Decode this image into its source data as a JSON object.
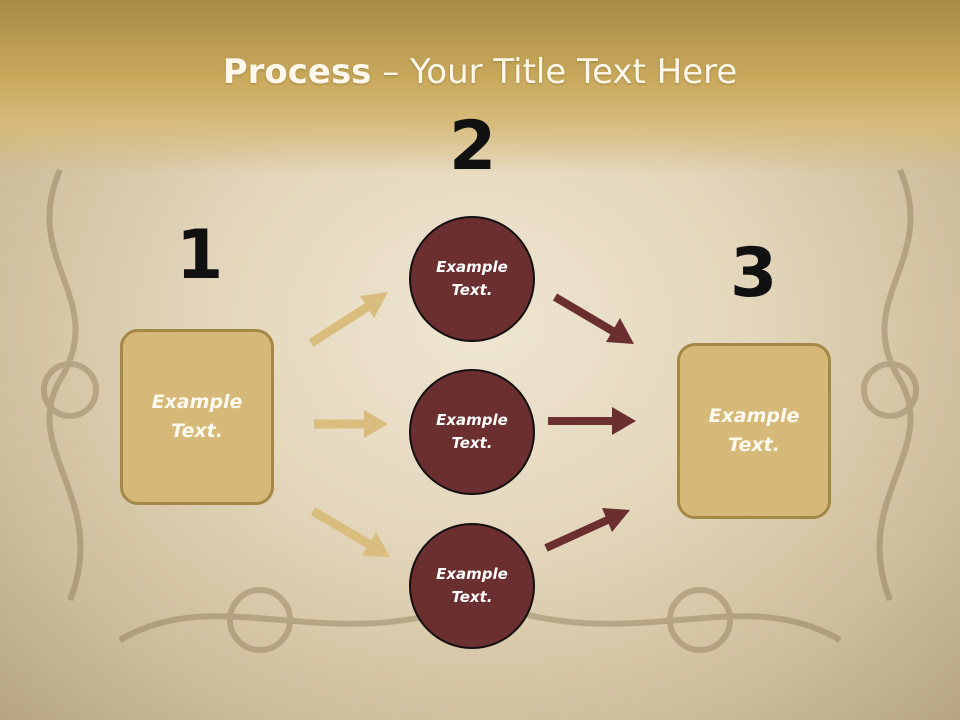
{
  "slide": {
    "title_bold": "Process",
    "title_rest": " – Your Title Text Here"
  },
  "steps": {
    "step1_number": "1",
    "step2_number": "2",
    "step3_number": "3"
  },
  "nodes": {
    "left_box": "Example Text.",
    "circle_top": "Example Text.",
    "circle_middle": "Example Text.",
    "circle_bottom": "Example Text.",
    "right_box": "Example Text."
  },
  "colors": {
    "gold": "#d6b978",
    "maroon": "#6b2f2f",
    "arrow_gold": "#d8bd7e",
    "arrow_maroon": "#6b2f2f"
  }
}
